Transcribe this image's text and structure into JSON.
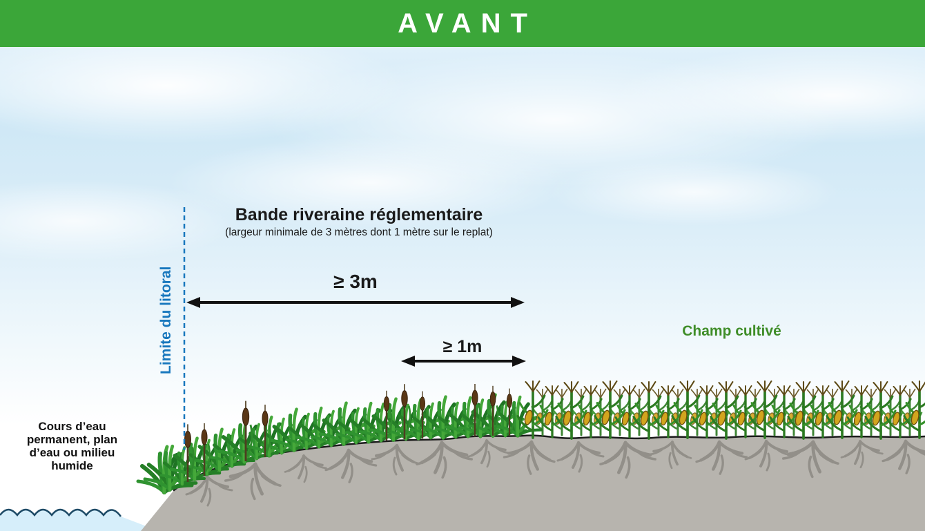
{
  "header": {
    "title": "AVANT"
  },
  "annotations": {
    "band_title": "Bande riveraine réglementaire",
    "band_subtitle": "(largeur minimale de 3 mètres dont 1 mètre sur le replat)",
    "littoral_limit": "Limite du litoral",
    "measure_3m": "≥ 3m",
    "measure_1m": "≥ 1m",
    "cultivated_field": "Champ cultivé",
    "water_body_lines": [
      "Cours d’eau",
      "permanent, plan",
      "d’eau ou milieu",
      "humide"
    ]
  },
  "colors": {
    "header_green": "#3ba639",
    "littoral_blue": "#1777bd",
    "field_label_green": "#3f8d28",
    "ground_gray": "#b7b4ae",
    "root_gray": "#8f8c85",
    "water_blue": "#d6eefa",
    "wave_outline": "#1d4a66",
    "grass_green": "#2f9330",
    "cattail_brown": "#5a3716",
    "corn_cob_yellow": "#d2a51e",
    "arrow_black": "#111111"
  }
}
